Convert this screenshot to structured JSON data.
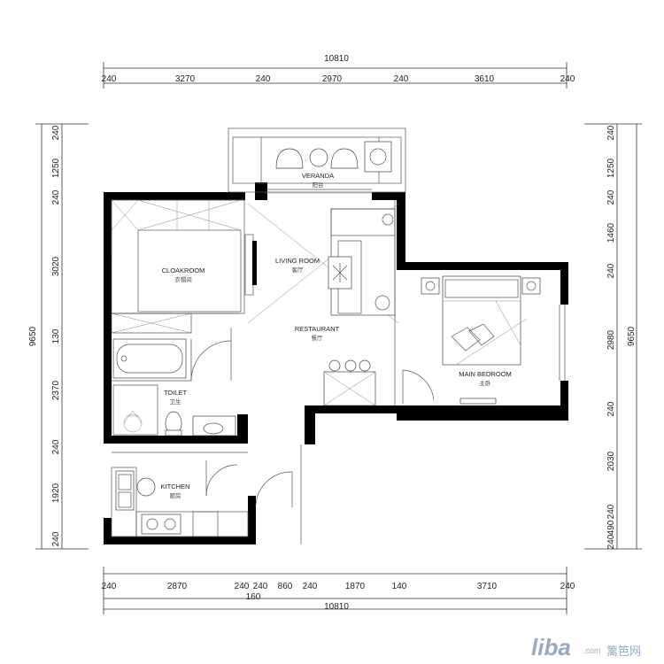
{
  "dimensions": {
    "top_total": "10810",
    "top": [
      "240",
      "3270",
      "240",
      "2970",
      "240",
      "3610",
      "240"
    ],
    "bottom_total": "10810",
    "bottom": [
      "240",
      "2870",
      "240",
      "240",
      "860",
      "240",
      "1870",
      "140",
      "3710",
      "240"
    ],
    "bottom_extra": "160",
    "left_total": "9650",
    "left": [
      "240",
      "1250",
      "240",
      "3020",
      "130",
      "2370",
      "240",
      "1920",
      "240"
    ],
    "right_total": "9650",
    "right": [
      "240",
      "1250",
      "240",
      "1460",
      "240",
      "2980",
      "240",
      "2030",
      "240",
      "490",
      "240"
    ]
  },
  "rooms": {
    "veranda": {
      "en": "VERANDA",
      "cn": "阳台"
    },
    "living": {
      "en": "LIVING ROOM",
      "cn": "客厅"
    },
    "cloak": {
      "en": "CLOAKROOM",
      "cn": "衣帽间"
    },
    "restaurant": {
      "en": "RESTAURANT",
      "cn": "餐厅"
    },
    "bedroom": {
      "en": "MAIN BEDROOM",
      "cn": "主卧"
    },
    "toilet": {
      "en": "TOILET",
      "cn": "卫生"
    },
    "kitchen": {
      "en": "KITCHEN",
      "cn": "厨房"
    }
  },
  "watermark": {
    "logo": "liba",
    "com": ".com",
    "cn": "篱笆网"
  },
  "colors": {
    "wall": "#000000",
    "line": "#333333",
    "watermark": "#9aa8c8"
  }
}
